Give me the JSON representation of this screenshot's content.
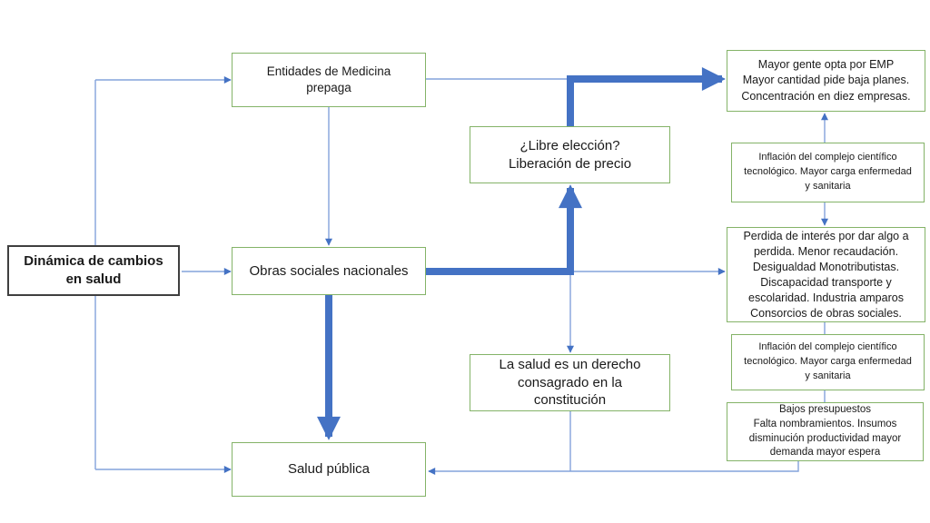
{
  "title": "Dinámica de cambios en salud",
  "colors": {
    "box_border_green": "#84b368",
    "root_box_border": "#3f3f3f",
    "connector_thin": "#84a3dc",
    "connector_accent": "#4472c4",
    "text": "#1a1a1a",
    "background": "#ffffff"
  },
  "diagram": {
    "nodes": {
      "root": {
        "text": "Dinámica de cambios\nen salud"
      },
      "entidades": {
        "text": "Entidades de Medicina\nprepaga"
      },
      "libre_eleccion": {
        "text": "¿Libre elección?\nLiberación de precio"
      },
      "obras_sociales": {
        "text": "Obras sociales nacionales"
      },
      "mayor_emp": {
        "text": "Mayor gente opta por EMP\nMayor cantidad pide baja planes.\nConcentración en diez empresas."
      },
      "inflacion_1": {
        "text": "Inflación del complejo científico\ntecnológico. Mayor carga enfermedad\ny sanitaria"
      },
      "perdida_interes": {
        "text": "Perdida de interés por dar algo a\nperdida. Menor recaudación.\nDesigualdad Monotributistas.\nDiscapacidad transporte y\nescolaridad. Industria amparos\nConsorcios de obras sociales."
      },
      "inflacion_2": {
        "text": "Inflación del complejo científico\ntecnológico. Mayor carga enfermedad\ny sanitaria"
      },
      "bajos_presupuestos": {
        "text": "Bajos presupuestos\nFalta nombramientos. Insumos\ndisminución productividad mayor\ndemanda mayor espera"
      },
      "derecho_constitucion": {
        "text": "La salud es un derecho\nconsagrado en la\nconstitución"
      },
      "salud_publica": {
        "text": "Salud pública"
      }
    }
  }
}
